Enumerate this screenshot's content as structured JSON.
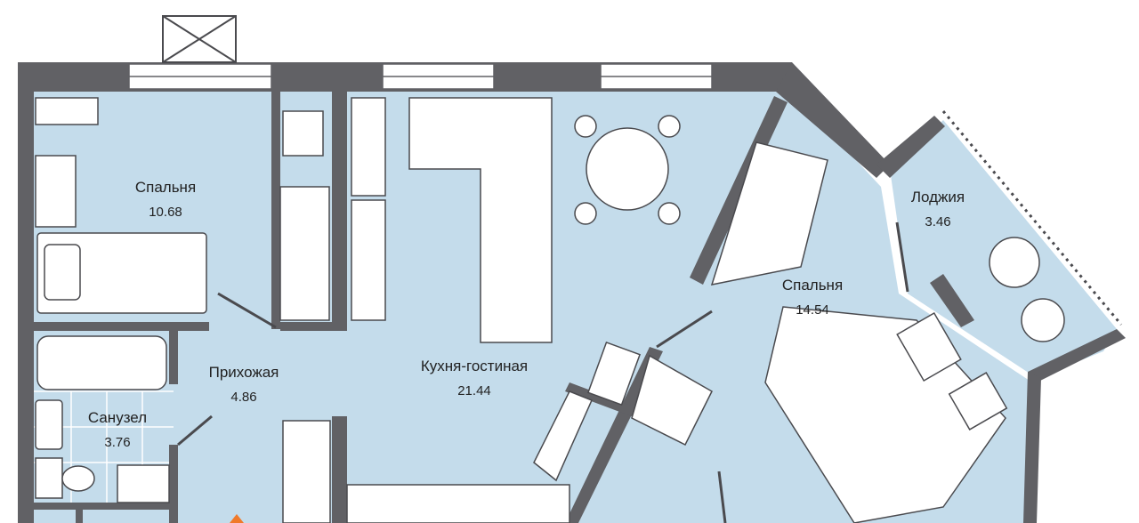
{
  "colors": {
    "wall": "#616165",
    "floor": "#c4dceb",
    "furniture": "#ffffff",
    "line": "#4a4a4e",
    "accent": "#f07a2a"
  },
  "rooms": [
    {
      "name": "Спальня",
      "area": "10.68"
    },
    {
      "name": "Прихожая",
      "area": "4.86"
    },
    {
      "name": "Санузел",
      "area": "3.76"
    },
    {
      "name": "Кухня-гостиная",
      "area": "21.44"
    },
    {
      "name": "Спальня",
      "area": "14.54"
    },
    {
      "name": "Лоджия",
      "area": "3.46"
    }
  ]
}
